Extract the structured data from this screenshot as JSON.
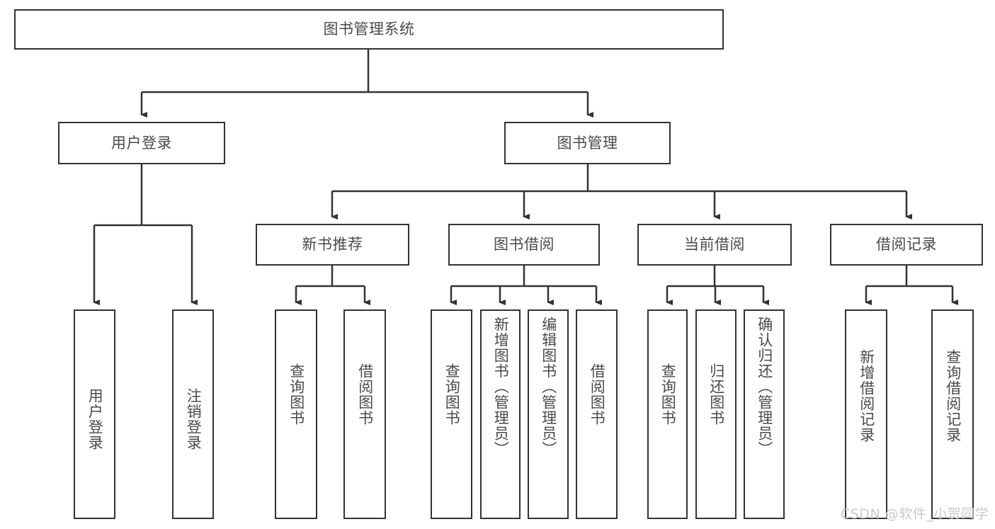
{
  "diagram": {
    "type": "tree-hierarchy",
    "root": {
      "label": "图书管理系统"
    },
    "level1": [
      {
        "label": "用户登录"
      },
      {
        "label": "图书管理"
      }
    ],
    "level2": [
      {
        "label": "新书推荐"
      },
      {
        "label": "图书借阅"
      },
      {
        "label": "当前借阅"
      },
      {
        "label": "借阅记录"
      }
    ],
    "leaves": {
      "user_login": [
        {
          "label": "用户登录"
        },
        {
          "label": "注销登录"
        }
      ],
      "new_book_recommend": [
        {
          "label": "查询图书"
        },
        {
          "label": "借阅图书"
        }
      ],
      "book_borrow": [
        {
          "label": "查询图书"
        },
        {
          "label": "新增图书（管理员）"
        },
        {
          "label": "编辑图书（管理员）"
        },
        {
          "label": "借阅图书"
        }
      ],
      "current_borrow": [
        {
          "label": "查询图书"
        },
        {
          "label": "归还图书"
        },
        {
          "label": "确认归还（管理员）"
        }
      ],
      "borrow_record": [
        {
          "label": "新增借阅记录"
        },
        {
          "label": "查询借阅记录"
        }
      ]
    },
    "watermark": "CSDN @软件_小贺同学",
    "colors": {
      "stroke": "#333333",
      "text": "#4a4a4a",
      "background": "#ffffff",
      "watermark": "#c9c9c9"
    }
  }
}
